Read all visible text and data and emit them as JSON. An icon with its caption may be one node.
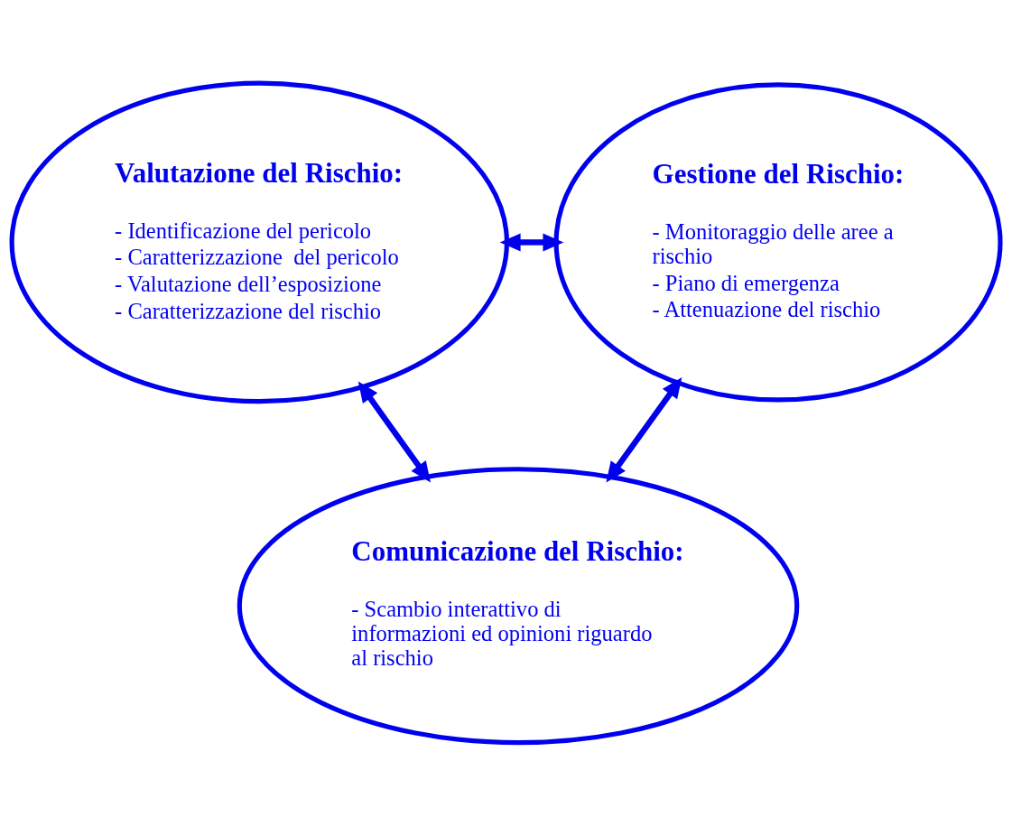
{
  "diagram": {
    "nodes": [
      {
        "text": [
          "Valutazione del Rischio:",
          "- Identificazione del pericolo",
          "- Caratterizzazione  del pericolo",
          "- Valutazione dell’esposizione",
          "- Caratterizzazione del rischio"
        ]
      },
      {
        "text": [
          "Gestione del Rischio:",
          "- Monitoraggio delle aree a rischio",
          "- Piano di emergenza",
          "- Attenuazione del rischio"
        ]
      },
      {
        "text": [
          "Comunicazione del Rischio:",
          "- Scambio interattivo di informazioni ed opinioni riguardo al rischio"
        ]
      }
    ],
    "edges": [
      {
        "from": 0,
        "to": 1,
        "arrow": "both"
      },
      {
        "from": 0,
        "to": 2,
        "arrow": "both"
      },
      {
        "from": 1,
        "to": 2,
        "arrow": "both"
      }
    ]
  }
}
